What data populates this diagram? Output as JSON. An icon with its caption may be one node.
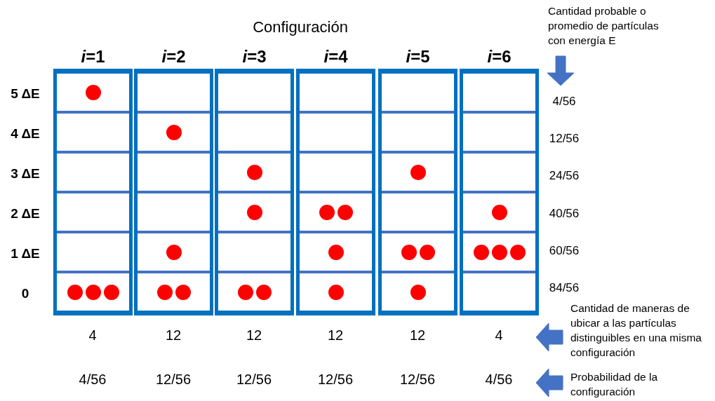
{
  "diagram": {
    "title": "Configuración",
    "nodes": [
      {
        "text": [
          "*i*=1"
        ]
      },
      {
        "text": [
          "*i*=2"
        ]
      },
      {
        "text": [
          "*i*=3"
        ]
      },
      {
        "text": [
          "*i*=4"
        ]
      },
      {
        "text": [
          "*i*=5"
        ]
      },
      {
        "text": [
          "*i*=6"
        ]
      },
      {
        "text": [],
        "shape": "box",
        "in": 0
      },
      {
        "text": [],
        "shape": "box",
        "in": 0
      },
      {
        "text": [],
        "shape": "box",
        "in": 0
      },
      {
        "text": [],
        "shape": "box",
        "in": 0
      },
      {
        "text": [],
        "shape": "box",
        "in": 0
      },
      {
        "text": [],
        "shape": "box",
        "in": 0
      },
      {
        "text": [],
        "shape": "box",
        "in": 1
      },
      {
        "text": [],
        "shape": "box",
        "in": 1
      },
      {
        "text": [],
        "shape": "box",
        "in": 1
      },
      {
        "text": [],
        "shape": "box",
        "in": 1
      },
      {
        "text": [],
        "shape": "box",
        "in": 1
      },
      {
        "text": [],
        "shape": "box",
        "in": 1
      },
      {
        "text": [],
        "shape": "box",
        "in": 2
      },
      {
        "text": [],
        "shape": "box",
        "in": 2
      },
      {
        "text": [],
        "shape": "box",
        "in": 2
      },
      {
        "text": [],
        "shape": "box",
        "in": 2
      },
      {
        "text": [],
        "shape": "box",
        "in": 2
      },
      {
        "text": [],
        "shape": "box",
        "in": 2
      },
      {
        "text": [],
        "shape": "box",
        "in": 3
      },
      {
        "text": [],
        "shape": "box",
        "in": 3
      },
      {
        "text": [],
        "shape": "box",
        "in": 3
      },
      {
        "text": [],
        "shape": "box",
        "in": 3
      },
      {
        "text": [],
        "shape": "box",
        "in": 3
      },
      {
        "text": [],
        "shape": "box",
        "in": 3
      },
      {
        "text": [],
        "shape": "box",
        "in": 4
      },
      {
        "text": [],
        "shape": "box",
        "in": 4
      },
      {
        "text": [],
        "shape": "box",
        "in": 4
      },
      {
        "text": [],
        "shape": "box",
        "in": 4
      },
      {
        "text": [],
        "shape": "box",
        "in": 4
      },
      {
        "text": [],
        "shape": "box",
        "in": 4
      },
      {
        "text": [],
        "shape": "box",
        "in": 5
      },
      {
        "text": [],
        "shape": "box",
        "in": 5
      },
      {
        "text": [],
        "shape": "box",
        "in": 5
      },
      {
        "text": [],
        "shape": "box",
        "in": 5
      },
      {
        "text": [],
        "shape": "box",
        "in": 5
      },
      {
        "text": [],
        "shape": "box",
        "in": 5
      },
      {
        "text": [],
        "shape": "circle",
        "in": 6
      },
      {
        "text": [],
        "shape": "circle",
        "in": 11
      },
      {
        "text": [],
        "shape": "circle",
        "in": 11
      },
      {
        "text": [],
        "shape": "circle",
        "in": 11
      },
      {
        "text": [],
        "shape": "circle",
        "in": 13
      },
      {
        "text": [],
        "shape": "circle",
        "in": 16
      },
      {
        "text": [],
        "shape": "circle",
        "in": 17
      },
      {
        "text": [],
        "shape": "circle",
        "in": 17
      },
      {
        "text": [],
        "shape": "circle",
        "in": 20
      },
      {
        "text": [],
        "shape": "circle",
        "in": 21
      },
      {
        "text": [],
        "shape": "circle",
        "in": 23
      },
      {
        "text": [],
        "shape": "circle",
        "in": 23
      },
      {
        "text": [],
        "shape": "circle",
        "in": 27
      },
      {
        "text": [],
        "shape": "circle",
        "in": 27
      },
      {
        "text": [],
        "shape": "circle",
        "in": 28
      },
      {
        "text": [],
        "shape": "circle",
        "in": 29
      },
      {
        "text": [],
        "shape": "circle",
        "in": 32
      },
      {
        "text": [],
        "shape": "circle",
        "in": 34
      },
      {
        "text": [],
        "shape": "circle",
        "in": 34
      },
      {
        "text": [],
        "shape": "circle",
        "in": 35
      },
      {
        "text": [],
        "shape": "circle",
        "in": 39
      },
      {
        "text": [],
        "shape": "circle",
        "in": 40
      },
      {
        "text": [],
        "shape": "circle",
        "in": 40
      },
      {
        "text": [],
        "shape": "circle",
        "in": 40
      },
      {
        "text": [
          "Cantidad probable o promedio de partículas con energía E"
        ]
      },
      {
        "text": [
          "Cantidad de maneras de ubicar a las partículas distinguibles en una misma configuración"
        ]
      },
      {
        "text": [
          "Probabilidad de la configuración"
        ]
      }
    ],
    "edges": [
      {
        "from": 66,
        "to": null,
        "arrow": "to"
      },
      {
        "from": 67,
        "to": null,
        "arrow": "to"
      },
      {
        "from": 68,
        "to": null,
        "arrow": "to"
      }
    ],
    "labels": [
      "5 ΔE",
      "4 ΔE",
      "3 ΔE",
      "2 ΔE",
      "1 ΔE",
      "0",
      "4/56",
      "12/56",
      "24/56",
      "40/56",
      "60/56",
      "84/56",
      "4",
      "12",
      "12",
      "12",
      "12",
      "4",
      "4/56",
      "12/56",
      "12/56",
      "12/56",
      "12/56",
      "4/56"
    ]
  }
}
